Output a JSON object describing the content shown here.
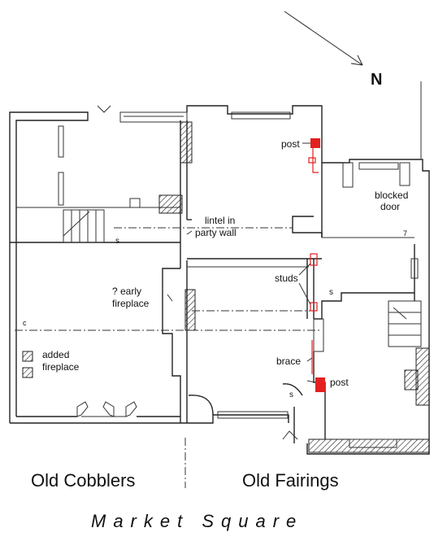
{
  "compass": {
    "label": "N"
  },
  "labels": {
    "post_top": "post",
    "post_bottom": "post",
    "blocked_door_line1": "blocked",
    "blocked_door_line2": "door",
    "lintel_line1": "lintel in",
    "lintel_line2": "party wall",
    "studs": "studs",
    "early_fireplace_line1": "? early",
    "early_fireplace_line2": "fireplace",
    "added_fireplace_line1": "added",
    "added_fireplace_line2": "fireplace",
    "brace": "brace"
  },
  "buildings": {
    "left": "Old Cobblers",
    "right": "Old Fairings"
  },
  "street": "Market Square",
  "colors": {
    "timber_post": "#e32020",
    "line": "#222222"
  }
}
